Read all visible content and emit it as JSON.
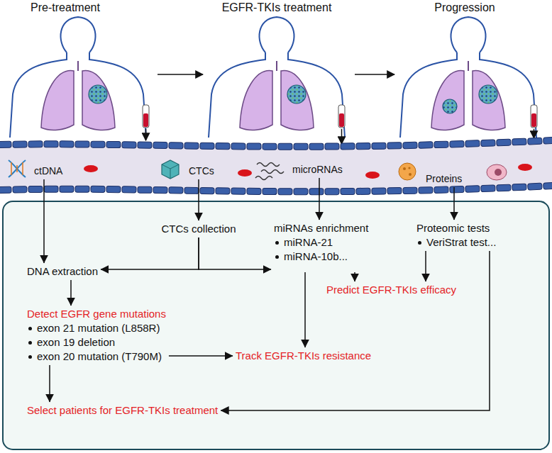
{
  "diagram": {
    "nodes": [
      {
        "text": [
          "ctDNA"
        ]
      },
      {
        "text": [
          "CTCs"
        ]
      },
      {
        "text": [
          "microRNAs"
        ]
      },
      {
        "text": [
          "Proteins"
        ]
      },
      {
        "text": [
          "CTCs collection"
        ]
      },
      {
        "text": [
          "DNA extraction"
        ]
      },
      {
        "text": [
          "miRNAs enrichment",
          "miRNA-21",
          "miRNA-10b..."
        ]
      },
      {
        "text": [
          "Proteomic tests",
          "VeriStrat test..."
        ]
      },
      {
        "text": [
          "Detect EGFR gene mutations",
          "exon 21 mutation (L858R)",
          "exon 19 deletion",
          "exon 20 mutation (T790M)"
        ]
      },
      {
        "text": [
          "Predict EGFR-TKIs efficacy"
        ]
      },
      {
        "text": [
          "Track EGFR-TKIs resistance"
        ]
      },
      {
        "text": [
          "Select patients for EGFR-TKIs treatment"
        ]
      }
    ],
    "edges": [
      {
        "from": 0,
        "to": 5,
        "arrow": "to"
      },
      {
        "from": 1,
        "to": 4,
        "arrow": "to"
      },
      {
        "from": 2,
        "to": 6,
        "arrow": "to"
      },
      {
        "from": 3,
        "to": 7,
        "arrow": "to"
      },
      {
        "from": 4,
        "to": 5,
        "arrow": "to"
      },
      {
        "from": 4,
        "to": 6,
        "arrow": "to"
      },
      {
        "from": 5,
        "to": 8,
        "arrow": "to"
      },
      {
        "from": 8,
        "to": 11,
        "arrow": "to"
      },
      {
        "from": 8,
        "to": 10,
        "arrow": "to"
      },
      {
        "from": 6,
        "to": 10,
        "arrow": "to"
      },
      {
        "from": 6,
        "to": 9,
        "arrow": "to"
      },
      {
        "from": 7,
        "to": 9,
        "arrow": "to"
      },
      {
        "from": 7,
        "to": 11,
        "arrow": "to"
      }
    ],
    "labels": [
      "Pre-treatment",
      "EGFR-TKIs treatment",
      "Progression"
    ]
  }
}
